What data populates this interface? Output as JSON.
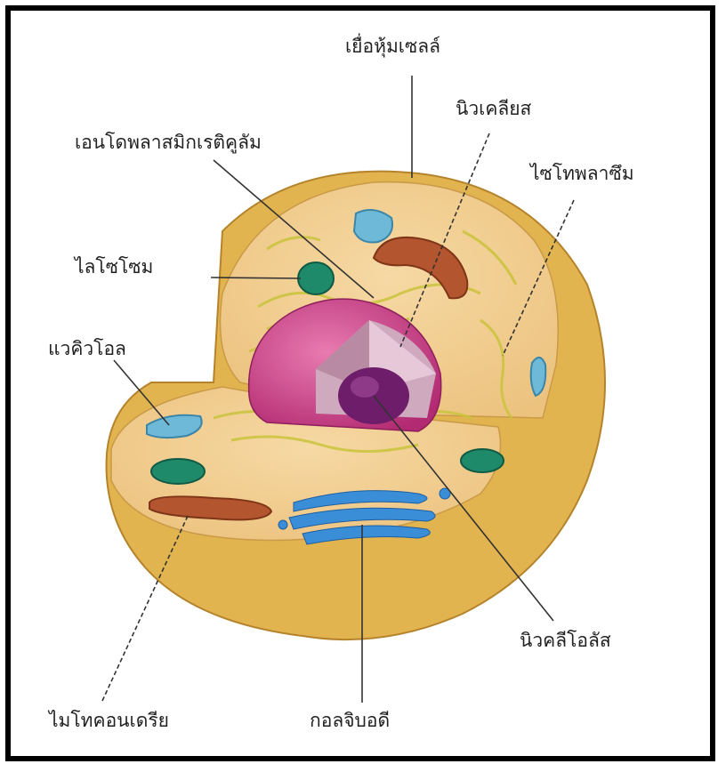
{
  "labels": {
    "cell_membrane": "เยื่อหุ้มเซลล์",
    "nucleus": "นิวเคลียส",
    "endoplasmic_reticulum": "เอนโดพลาสมิกเรติคูลัม",
    "cytoplasm": "ไซโทพลาซึม",
    "lysosome": "ไลโซโซม",
    "vacuole": "แวคิวโอล",
    "nucleolus": "นิวคลีโอลัส",
    "mitochondria": "ไมโทคอนเดรีย",
    "golgi_body": "กอลจิบอดี"
  },
  "colors": {
    "cell_outer": "#e2b44f",
    "cell_inner": "#f2cd8c",
    "nucleus": "#c8357e",
    "nucleolus": "#6e1d6a",
    "mitochondria": "#b3552e",
    "golgi": "#3a8ed8",
    "lysosome": "#1f8a6a",
    "vacuole": "#6fb9d8",
    "er": "#e4e266"
  }
}
